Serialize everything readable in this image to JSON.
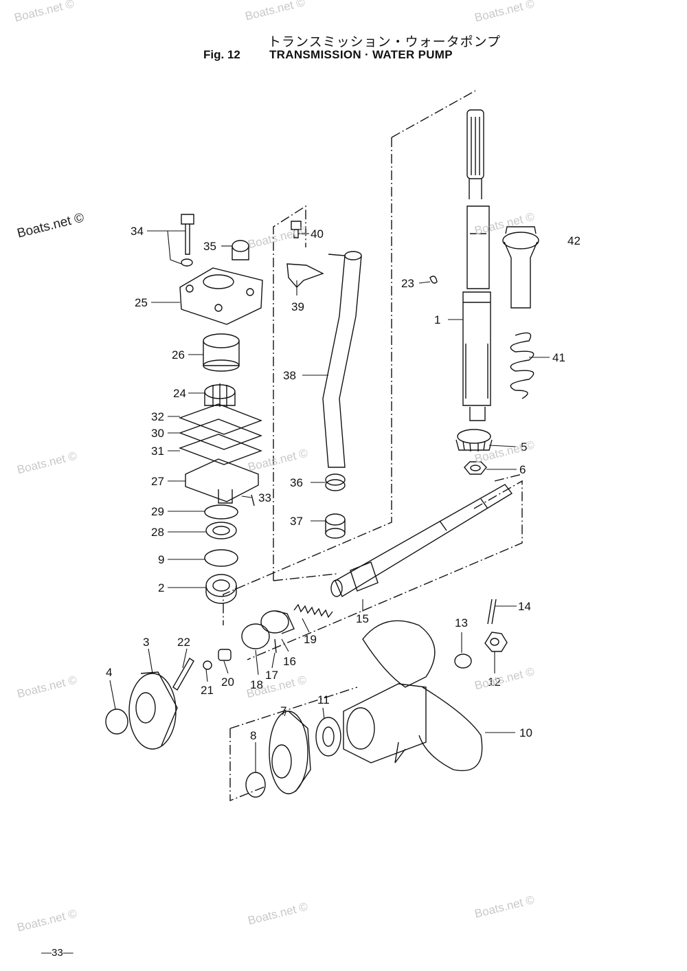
{
  "header": {
    "title_jp": "トランスミッション・ウォータポンプ",
    "fig_label": "Fig. 12",
    "title_en": "TRANSMISSION · WATER PUMP"
  },
  "watermark": "Boats.net ©",
  "page_number": "—33—",
  "parts": [
    {
      "id": "34",
      "label": "34"
    },
    {
      "id": "35",
      "label": "35"
    },
    {
      "id": "40",
      "label": "40"
    },
    {
      "id": "39",
      "label": "39"
    },
    {
      "id": "25",
      "label": "25"
    },
    {
      "id": "26",
      "label": "26"
    },
    {
      "id": "38",
      "label": "38"
    },
    {
      "id": "24",
      "label": "24"
    },
    {
      "id": "32",
      "label": "32"
    },
    {
      "id": "30",
      "label": "30"
    },
    {
      "id": "31",
      "label": "31"
    },
    {
      "id": "27",
      "label": "27"
    },
    {
      "id": "33",
      "label": "33"
    },
    {
      "id": "29",
      "label": "29"
    },
    {
      "id": "28",
      "label": "28"
    },
    {
      "id": "9",
      "label": "9"
    },
    {
      "id": "2",
      "label": "2"
    },
    {
      "id": "36",
      "label": "36"
    },
    {
      "id": "37",
      "label": "37"
    },
    {
      "id": "23",
      "label": "23"
    },
    {
      "id": "1",
      "label": "1"
    },
    {
      "id": "42",
      "label": "42"
    },
    {
      "id": "41",
      "label": "41"
    },
    {
      "id": "5",
      "label": "5"
    },
    {
      "id": "6",
      "label": "6"
    },
    {
      "id": "15",
      "label": "15"
    },
    {
      "id": "14",
      "label": "14"
    },
    {
      "id": "19",
      "label": "19"
    },
    {
      "id": "13",
      "label": "13"
    },
    {
      "id": "12",
      "label": "12"
    },
    {
      "id": "3",
      "label": "3"
    },
    {
      "id": "22",
      "label": "22"
    },
    {
      "id": "16",
      "label": "16"
    },
    {
      "id": "17",
      "label": "17"
    },
    {
      "id": "18",
      "label": "18"
    },
    {
      "id": "20",
      "label": "20"
    },
    {
      "id": "21",
      "label": "21"
    },
    {
      "id": "4",
      "label": "4"
    },
    {
      "id": "7",
      "label": "7"
    },
    {
      "id": "11",
      "label": "11"
    },
    {
      "id": "8",
      "label": "8"
    },
    {
      "id": "10",
      "label": "10"
    }
  ]
}
